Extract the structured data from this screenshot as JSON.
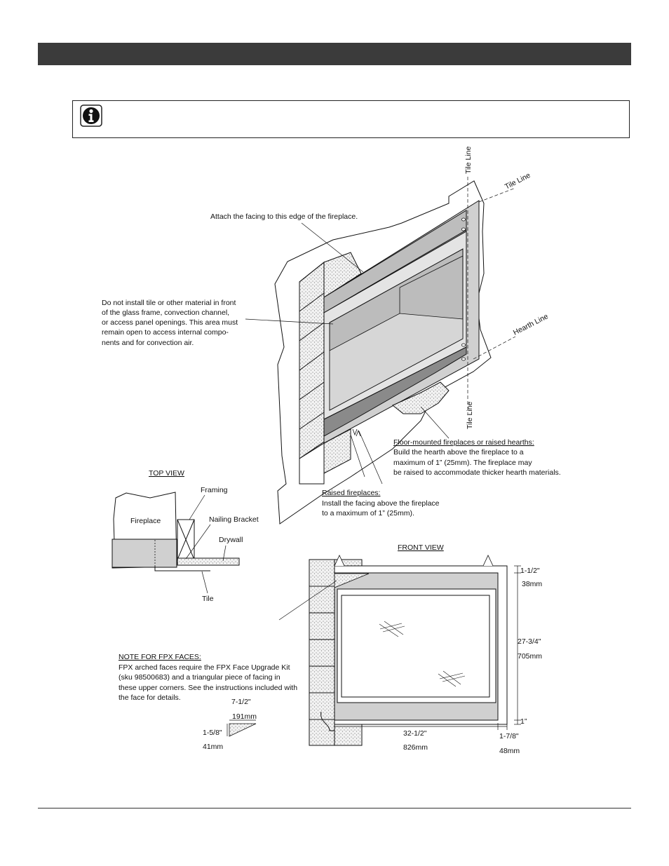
{
  "top_view": {
    "title": "TOP VIEW",
    "fireplace": "Fireplace",
    "framing": "Framing",
    "nailing_bracket": "Nailing Bracket",
    "drywall": "Drywall",
    "tile": "Tile"
  },
  "iso_view": {
    "tile_line_top": "Tile Line",
    "tile_line_right": "Tile Line",
    "hearth_line": "Hearth Line",
    "tile_line_bottom": "Tile Line",
    "attach_note": "Attach the facing to this edge of the fireplace.",
    "do_not_install": [
      "Do not install tile or other material in front",
      "of the glass frame, convection channel,",
      "or access panel openings. This area must",
      "remain open to access internal compo-",
      "nents and for convection air."
    ],
    "floor_mounted_title": "Floor-mounted fireplaces or raised hearths:",
    "floor_mounted_text": [
      "Build the hearth above the fireplace to a",
      "maximum of 1” (25mm). The fireplace may",
      "be raised to accommodate thicker hearth materials."
    ],
    "raised_title": "Raised fireplaces:",
    "raised_text": [
      "Install the facing above the fireplace",
      "to a maximum of 1” (25mm)."
    ]
  },
  "front_view": {
    "title": "FRONT VIEW",
    "dim_top_in": "1-1/2\"",
    "dim_top_mm": "38mm",
    "dim_height_in": "27-3/4\"",
    "dim_height_mm": "705mm",
    "dim_bottom_in": "1”",
    "dim_width_in": "32-1/2\"",
    "dim_width_mm": "826mm",
    "dim_side_in": "1-7/8\"",
    "dim_side_mm": "48mm"
  },
  "fpx_note": {
    "title": "NOTE FOR FPX FACES:",
    "lines": [
      "FPX arched faces require the FPX Face Upgrade Kit",
      "(sku 98500683) and a triangular piece of facing in",
      "these upper corners. See the instructions included with",
      "the face for details."
    ],
    "tri_w_in": "7-1/2\"",
    "tri_w_mm": "191mm",
    "tri_h_in": "1-5/8\"",
    "tri_h_mm": "41mm"
  },
  "colors": {
    "header_bar": "#3b3b3b",
    "panel_gray": "#d0d0d0",
    "dark_gray": "#808080"
  }
}
